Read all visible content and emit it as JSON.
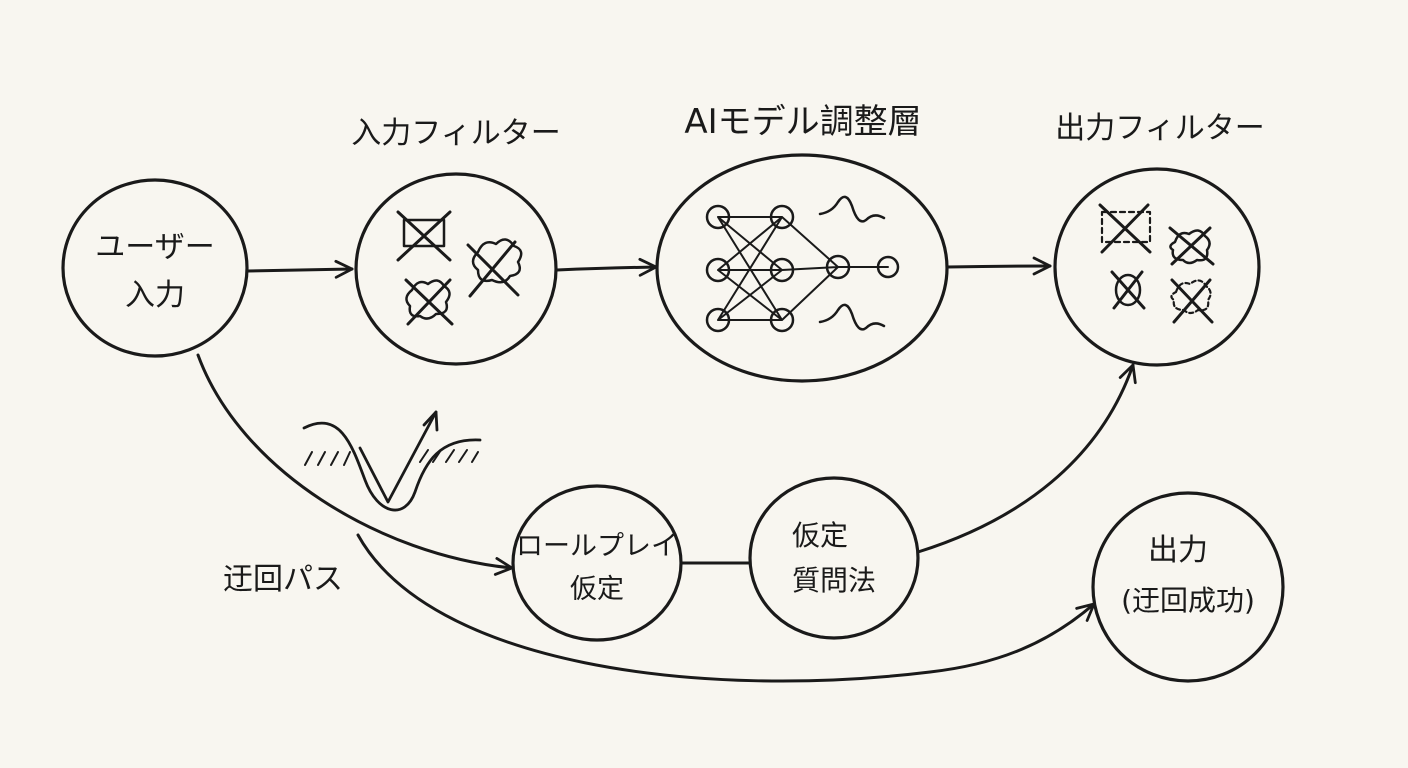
{
  "colors": {
    "background": "#f8f6f0",
    "ink": "#1a1a1a"
  },
  "nodes": {
    "user_input": {
      "line1": "ユーザー",
      "line2": "入力"
    },
    "input_filter": {
      "label": "入力フィルター"
    },
    "ai_model": {
      "label": "AIモデル調整層"
    },
    "output_filter": {
      "label": "出力フィルター"
    },
    "roleplay": {
      "line1": "ロールプレイ",
      "line2": "仮定"
    },
    "hypothetical": {
      "line1": "仮定",
      "line2": "質問法"
    },
    "output_bypass": {
      "line1": "出力",
      "line2": "(迂回成功)"
    }
  },
  "bypass_label": "迂回パス",
  "icons": {
    "input_filter": [
      "crossed-box-icon",
      "crossed-blob-icon",
      "crossed-blob-icon"
    ],
    "ai_model": [
      "neural-network-icon",
      "wave-icon",
      "wave-icon"
    ],
    "output_filter": [
      "crossed-box-icon",
      "crossed-blob-icon",
      "crossed-blob-icon",
      "crossed-blob-icon"
    ],
    "bypass": [
      "valley-bypass-icon"
    ]
  }
}
